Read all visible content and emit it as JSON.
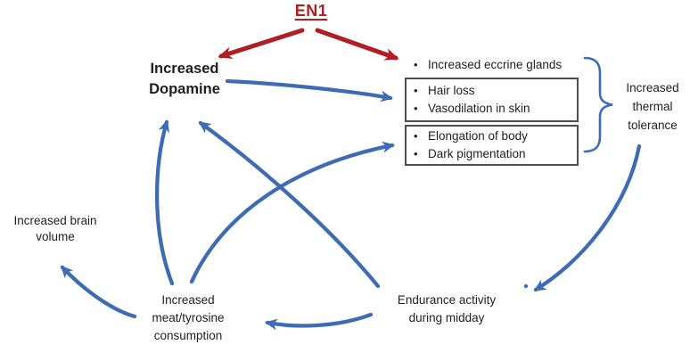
{
  "diagram": {
    "title": "EN1",
    "nodes": {
      "dopamine": "Increased\nDopamine",
      "eccrine": "Increased eccrine glands",
      "thermal": "Increased\nthermal\ntolerance",
      "brain": "Increased brain\nvolume",
      "meat": "Increased\nmeat/tyrosine\nconsumption",
      "endurance": "Endurance activity\nduring midday"
    },
    "box1": {
      "items": [
        "Hair loss",
        "Vasodilation in skin"
      ]
    },
    "box2": {
      "items": [
        "Elongation of body",
        "Dark pigmentation"
      ]
    },
    "edges": [
      {
        "from": "EN1",
        "to": "Increased Dopamine",
        "color": "red"
      },
      {
        "from": "EN1",
        "to": "Increased eccrine glands",
        "color": "red"
      },
      {
        "from": "Increased Dopamine",
        "to": "Hair loss / Vasodilation in skin",
        "color": "blue"
      },
      {
        "from": "Increased meat/tyrosine consumption",
        "to": "Increased Dopamine",
        "color": "blue"
      },
      {
        "from": "Increased meat/tyrosine consumption",
        "to": "Elongation of body / Dark pigmentation",
        "color": "blue"
      },
      {
        "from": "Endurance activity during midday",
        "to": "Increased Dopamine",
        "color": "blue"
      },
      {
        "from": "Increased thermal tolerance",
        "to": "Endurance activity during midday",
        "color": "blue"
      },
      {
        "from": "Endurance activity during midday",
        "to": "Increased meat/tyrosine consumption",
        "color": "blue"
      },
      {
        "from": "Increased meat/tyrosine consumption",
        "to": "Increased brain volume",
        "color": "blue"
      }
    ],
    "colors": {
      "red": "#b01e23",
      "blue": "#3e6cb4",
      "box_border": "#4d4d4d",
      "text": "#1f1f1f"
    }
  }
}
